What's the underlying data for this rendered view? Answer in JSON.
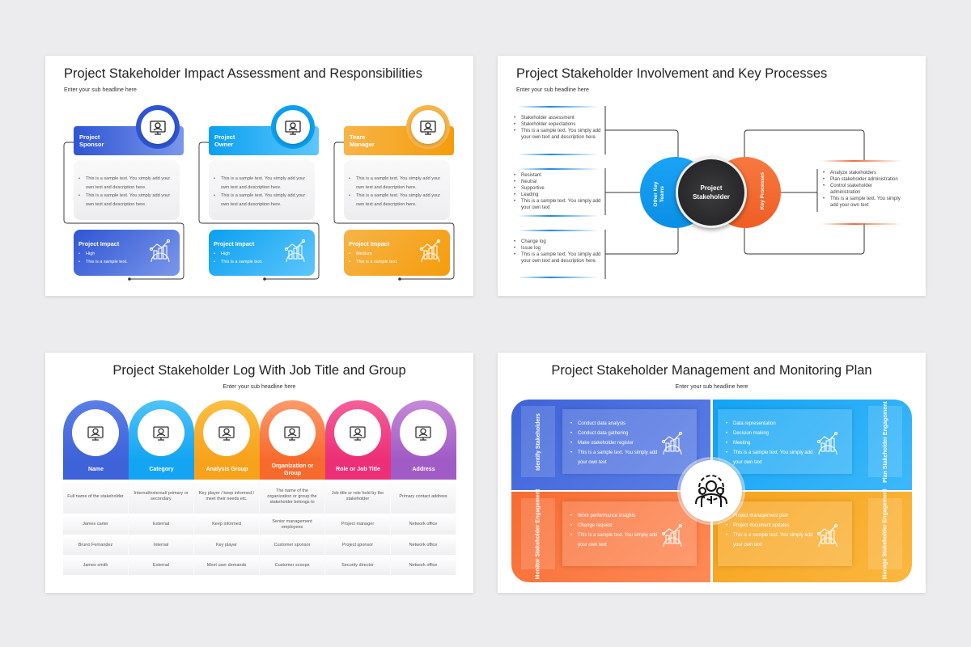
{
  "colors": {
    "blue": "#3a5fd9",
    "cyan": "#0aa5f2",
    "orange": "#f5a623",
    "red_orange": "#f26b3a",
    "pink": "#ec2f76",
    "purple": "#a15bc6",
    "dark": "#333333"
  },
  "slide1": {
    "title": "Project Stakeholder Impact Assessment and Responsibilities",
    "subtitle": "Enter your sub headline here",
    "columns": [
      {
        "label": "Project Sponsor",
        "icon": "money-monitor-icon",
        "bullets": [
          "This is a sample text. You simply add your own text and description here.",
          "This is a sample text. You simply add your own text and description here."
        ],
        "impact_title": "Project Impact",
        "impact": [
          "High",
          "This is a sample text."
        ]
      },
      {
        "label": "Project Owner",
        "icon": "document-person-icon",
        "bullets": [
          "This is a sample text. You simply add your own text and description here.",
          "This is a sample text. You simply add your own text and description here."
        ],
        "impact_title": "Project Impact",
        "impact": [
          "High",
          "This is a sample text."
        ]
      },
      {
        "label": "Team Manager",
        "icon": "team-gear-icon",
        "bullets": [
          "This is a sample text. You simply add your own text and description here.",
          "This is a sample text. You simply add your own text and description here."
        ],
        "impact_title": "Project Impact",
        "impact": [
          "Medium",
          "This is a sample text."
        ]
      }
    ]
  },
  "slide2": {
    "title": "Project Stakeholder Involvement and Key Processes",
    "subtitle": "Enter your sub headline here",
    "left_blocks": [
      [
        "Stakeholder assessment",
        "Stakeholder expectations",
        "This is a sample text. You simply add your own text and description here."
      ],
      [
        "Resistant",
        "Neutral",
        "Supportive",
        "Leading",
        "This is a sample text. You simply add your own text"
      ],
      [
        "Change log",
        "Issue log",
        "This is a sample text. You simply add your own text and description here."
      ]
    ],
    "left_circle": "Other Key Teams",
    "center_circle": "Project Stakeholder",
    "right_circle": "Key Processes",
    "right_block": [
      "Analyze stakeholders",
      "Plan stakeholder administration",
      "Control stakeholder administration",
      "This is a sample text. You simply add your own text"
    ]
  },
  "slide3": {
    "title": "Project Stakeholder Log With Job Title and Group",
    "subtitle": "Enter your sub headline here",
    "columns": [
      {
        "header": "Name",
        "icon": "id-badge-icon"
      },
      {
        "header": "Category",
        "icon": "folder-tree-icon"
      },
      {
        "header": "Analysis Group",
        "icon": "people-search-icon"
      },
      {
        "header": "Organization or Group",
        "icon": "organization-gear-icon"
      },
      {
        "header": "Role or Job Title",
        "icon": "cv-folder-icon"
      },
      {
        "header": "Address",
        "icon": "home-location-icon"
      }
    ],
    "rows": [
      [
        "Full name of the stakeholder",
        "Internal/external/ primary or secondary",
        "Key player / keep informed / meet their needs etc.",
        "The name of the organization or group the stakeholder belongs to",
        "Job title or role held by the stakeholder",
        "Primary contact address"
      ],
      [
        "James carter",
        "External",
        "Keep informed",
        "Senior management employees",
        "Project manager",
        "Network office"
      ],
      [
        "Bruno Fernandez",
        "Internal",
        "Key player",
        "Customer sponsor",
        "Project sponsor",
        "Network office"
      ],
      [
        "James smith",
        "External",
        "Meet user demands",
        "Customer scoops",
        "Security director",
        "Network office"
      ]
    ]
  },
  "slide4": {
    "title": "Project Stakeholder Management and Monitoring Plan",
    "subtitle": "Enter your sub headline here",
    "quadrants": [
      {
        "label": "Identify Stakeholders",
        "icon": "network-people-icon",
        "bullets": [
          "Conduct data analysis",
          "Conduct data gathering",
          "Make stakeholder register",
          "This is a sample text. You simply add your own text"
        ]
      },
      {
        "label": "Plan Stakeholder Engagement",
        "icon": "growth-chart-icon",
        "bullets": [
          "Data representation",
          "Decision making",
          "Meeting",
          "This is a sample text. You simply add your own text"
        ]
      },
      {
        "label": "Monitor Stakeholder Engagement",
        "icon": "monitor-analysis-icon",
        "bullets": [
          "Work performance insights",
          "Change request",
          "This is a sample text. You simply add your own text"
        ]
      },
      {
        "label": "Manage Stakeholder Engagement",
        "icon": "badge-gear-icon",
        "bullets": [
          "Project management plan",
          "Project document updates",
          "This is a sample text. You simply add your own text"
        ]
      }
    ],
    "center_icon": "team-gear-icon"
  }
}
